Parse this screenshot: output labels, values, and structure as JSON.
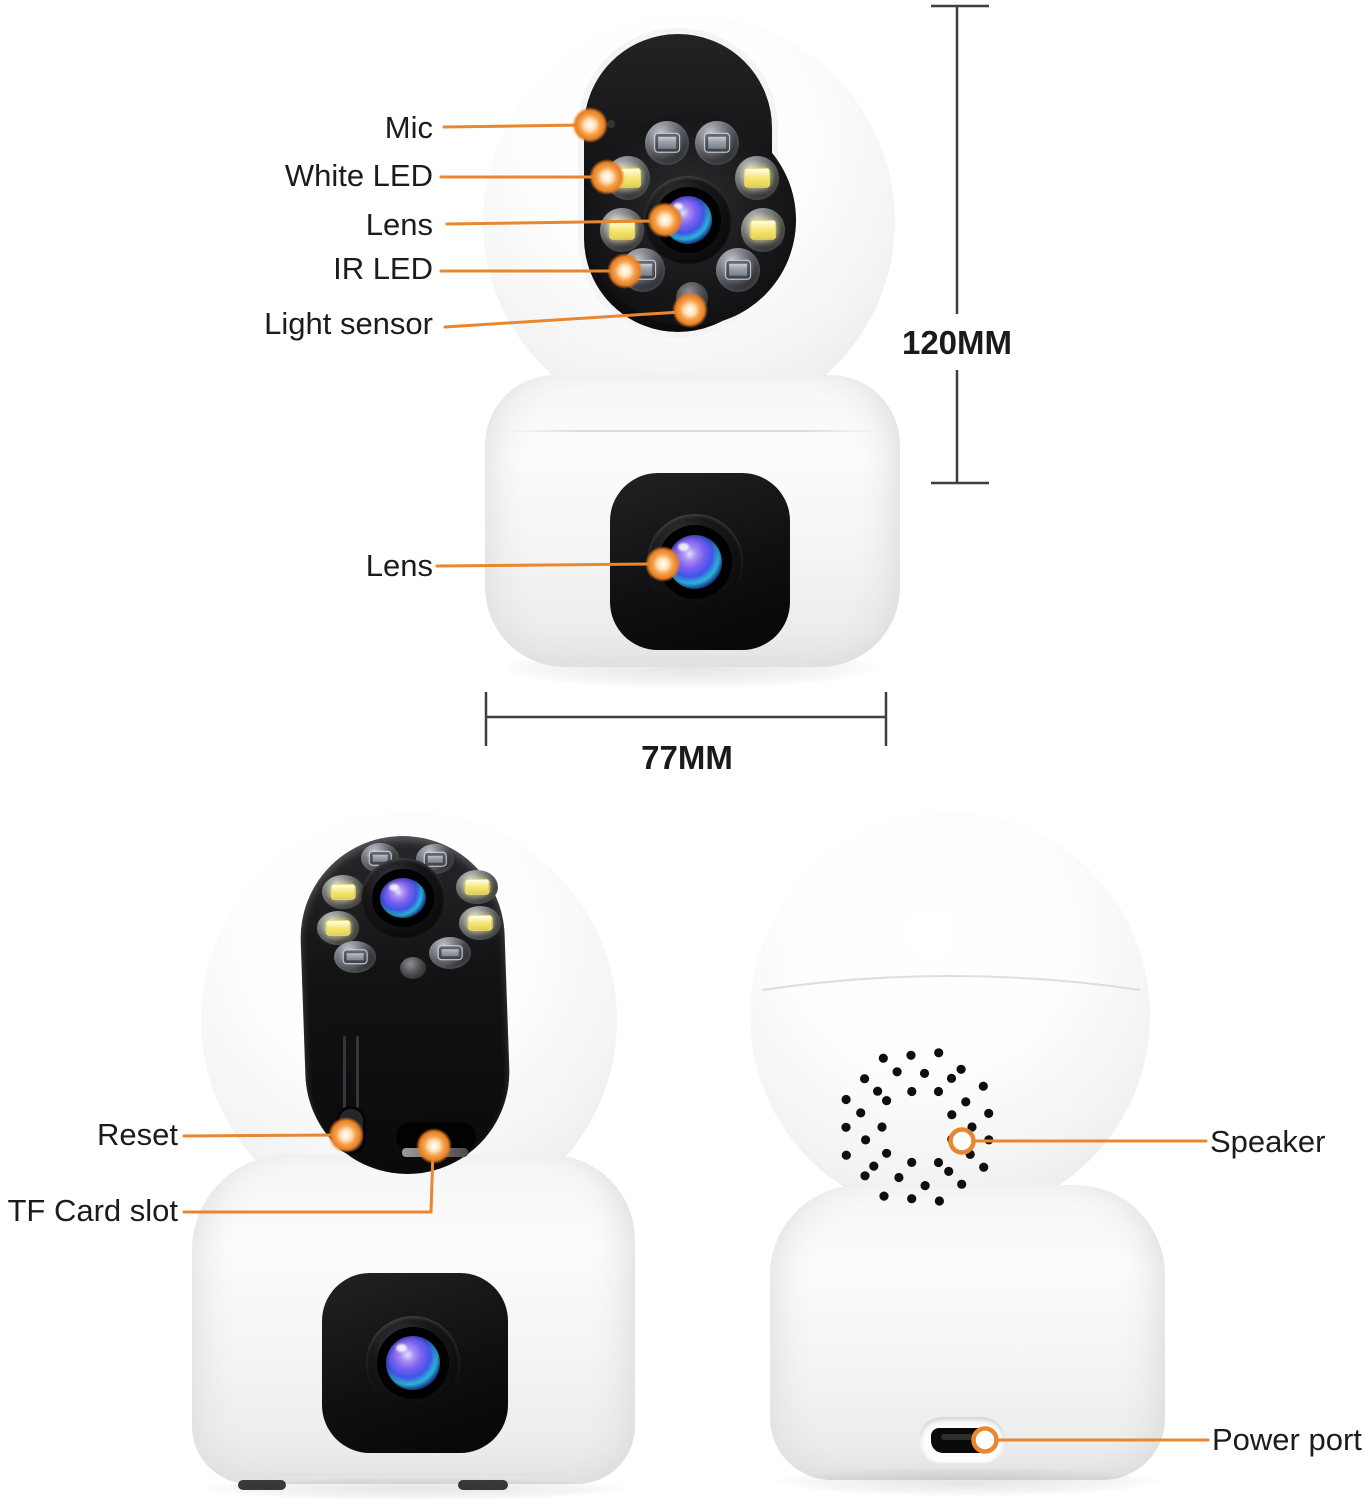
{
  "colors": {
    "accent_orange": "#E8872E",
    "label_text": "#1C1C1C",
    "dimension_line": "#3F3F3F",
    "device_black": "#0B0B0C",
    "device_white": "#F6F6F6"
  },
  "front_view": {
    "labels": {
      "mic": "Mic",
      "white_led": "White LED",
      "lens": "Lens",
      "ir_led": "IR LED",
      "light_sensor": "Light sensor",
      "body_lens": "Lens"
    },
    "dimensions": {
      "height": "120MM",
      "width": "77MM"
    }
  },
  "tilted_view": {
    "labels": {
      "reset": "Reset",
      "tf_card_slot": "TF Card slot"
    }
  },
  "back_view": {
    "labels": {
      "speaker": "Speaker",
      "power_port": "Power port"
    }
  }
}
